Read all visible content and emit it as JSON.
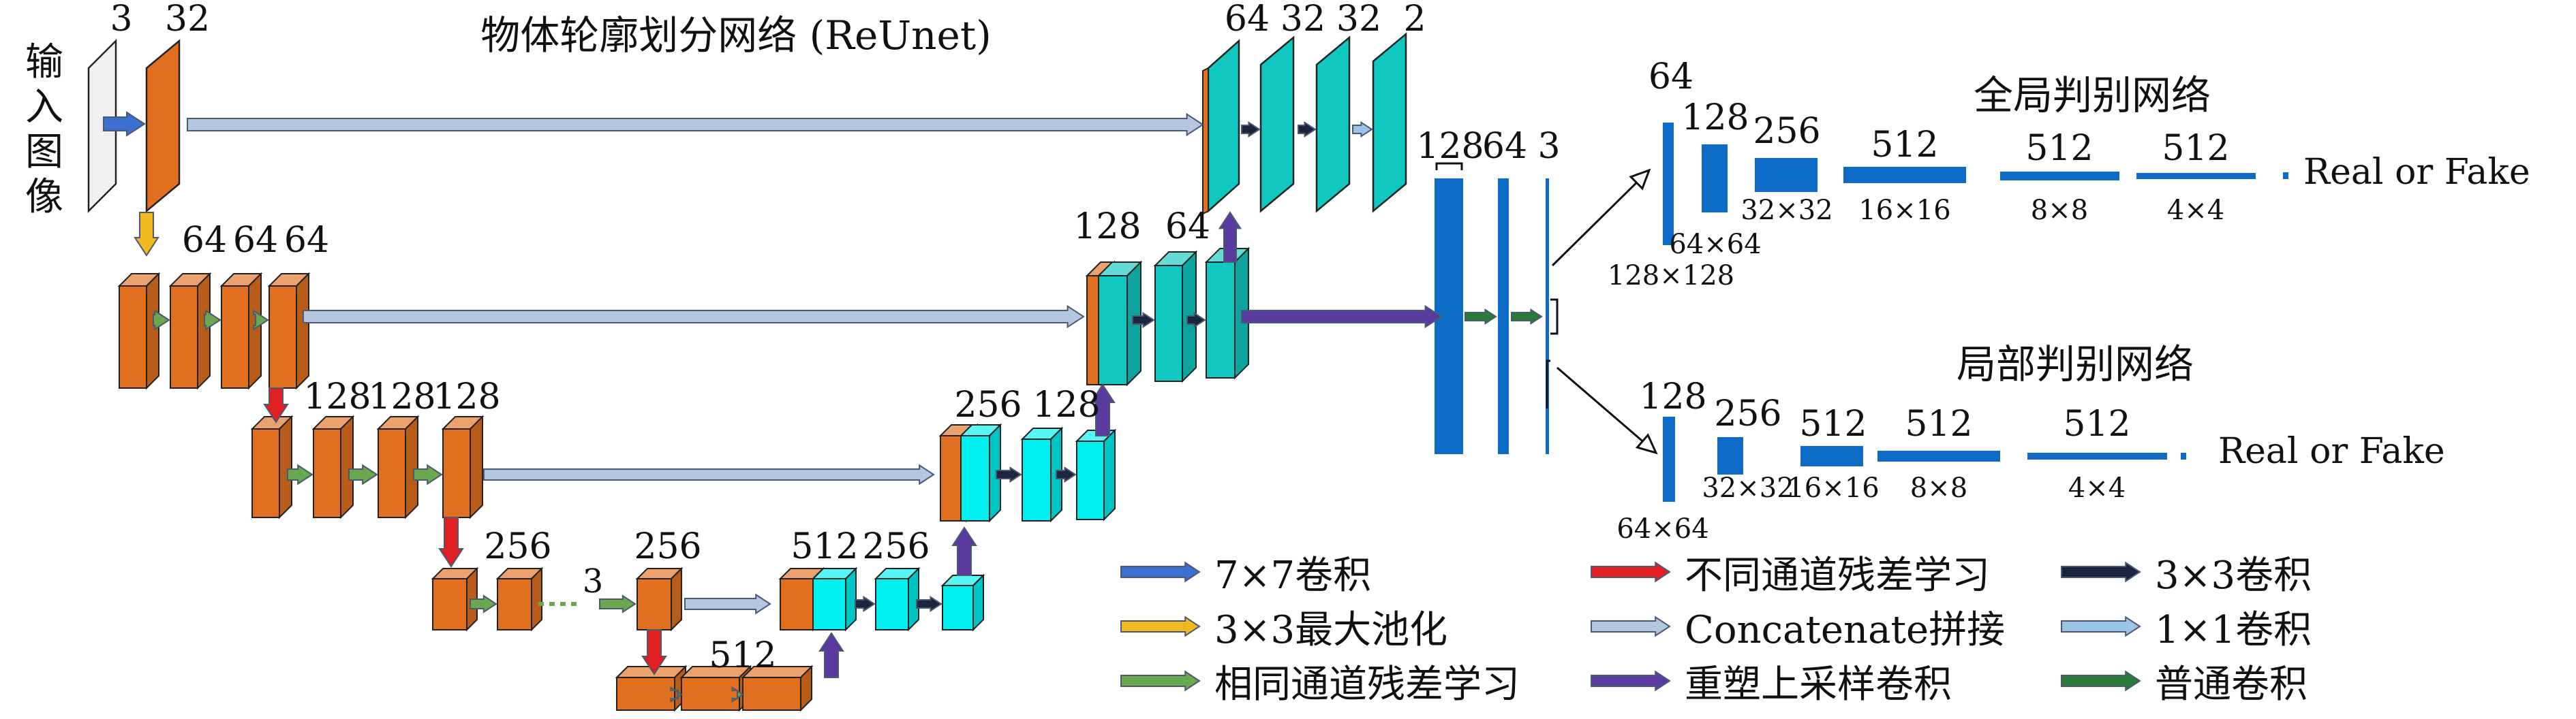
{
  "colors": {
    "input_face": "#f0f0f0",
    "encoder_face": "#e07020",
    "encoder_side": "#f3b48a",
    "decoder_face": "#10c8c0",
    "decoder_light": "#00f0f0",
    "disc_blue": "#0f6cc6",
    "arrow_7x7": "#3d6fd0",
    "arrow_maxpool": "#f2b820",
    "arrow_same": "#6aa84f",
    "arrow_diff": "#e02020",
    "arrow_concat": "#b4c6e0",
    "arrow_upsample": "#5b3aa0",
    "arrow_3x3": "#1a2540",
    "arrow_1x1": "#9dc3e6",
    "arrow_normal": "#2a7a3a"
  },
  "generator": {
    "title": "物体轮廓划分网络 (ReUnet)",
    "input_label": "输入图像",
    "in_ch": "3",
    "conv1_ch": "32",
    "enc1_ch": [
      "64",
      "64",
      "64"
    ],
    "enc2_ch": [
      "128",
      "128",
      "128"
    ],
    "enc3_ch": "256",
    "enc3_dots": "3",
    "enc3_ch_b": "256",
    "bottleneck_ch": "512",
    "dec3_ch": [
      "512",
      "256"
    ],
    "dec2_ch": [
      "256",
      "128"
    ],
    "dec1_ch": [
      "128",
      "64"
    ],
    "out_ch": [
      "64",
      "32",
      "32",
      "2"
    ]
  },
  "fusion": {
    "channels": [
      "128",
      "64",
      "3"
    ]
  },
  "global_disc": {
    "title": "全局判别网络",
    "channels": [
      "64",
      "128",
      "256",
      "512",
      "512",
      "512"
    ],
    "sizes": [
      "128×128",
      "64×64",
      "32×32",
      "16×16",
      "8×8",
      "4×4"
    ],
    "output": "Real or Fake"
  },
  "local_disc": {
    "title": "局部判别网络",
    "channels": [
      "128",
      "256",
      "512",
      "512",
      "512"
    ],
    "sizes": [
      "64×64",
      "32×32",
      "16×16",
      "8×8",
      "4×4"
    ],
    "output": "Real or Fake"
  },
  "legend": [
    {
      "key": "arrow_7x7",
      "label": "7×7卷积",
      "icon": "arrow-7x7-icon"
    },
    {
      "key": "arrow_maxpool",
      "label": "3×3最大池化",
      "icon": "arrow-maxpool-icon"
    },
    {
      "key": "arrow_same",
      "label": "相同通道残差学习",
      "icon": "arrow-same-residual-icon"
    },
    {
      "key": "arrow_diff",
      "label": "不同通道残差学习",
      "icon": "arrow-diff-residual-icon"
    },
    {
      "key": "arrow_concat",
      "label": "Concatenate拼接",
      "icon": "arrow-concat-icon"
    },
    {
      "key": "arrow_upsample",
      "label": "重塑上采样卷积",
      "icon": "arrow-upsample-icon"
    },
    {
      "key": "arrow_3x3",
      "label": "3×3卷积",
      "icon": "arrow-3x3-icon"
    },
    {
      "key": "arrow_1x1",
      "label": "1×1卷积",
      "icon": "arrow-1x1-icon"
    },
    {
      "key": "arrow_normal",
      "label": "普通卷积",
      "icon": "arrow-normal-conv-icon"
    }
  ]
}
